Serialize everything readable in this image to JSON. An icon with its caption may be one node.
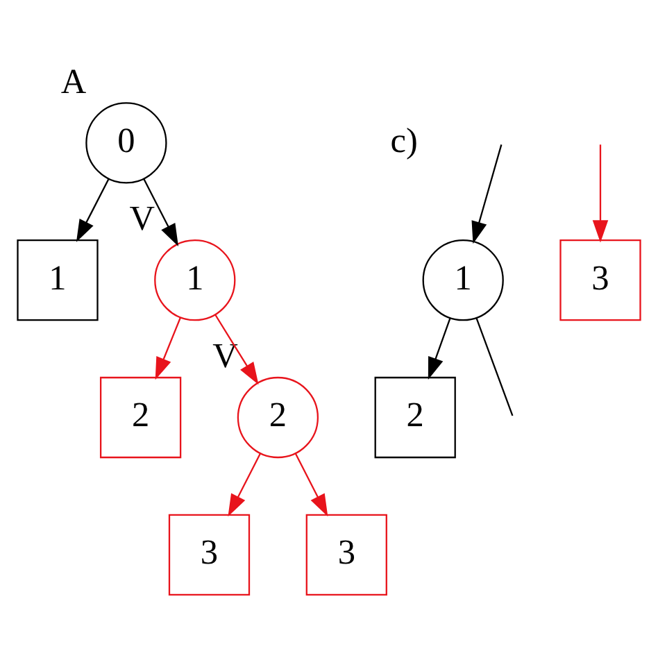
{
  "diagram": {
    "nodes": [
      {
        "text": [
          "0"
        ],
        "beside": [
          "A"
        ]
      },
      {
        "text": [
          "1"
        ]
      },
      {
        "text": [
          "1"
        ],
        "beside": [
          "V"
        ]
      },
      {
        "text": [
          "2"
        ]
      },
      {
        "text": [
          "2"
        ],
        "beside": [
          "V"
        ]
      },
      {
        "text": [
          "3"
        ]
      },
      {
        "text": [
          "3"
        ]
      },
      {
        "text": [
          "1"
        ]
      },
      {
        "text": [
          "2"
        ]
      },
      {
        "text": [
          "3"
        ]
      }
    ],
    "edges": [
      {
        "from": 0,
        "to": 1,
        "arrow": "to"
      },
      {
        "from": 0,
        "to": 2,
        "arrow": "to"
      },
      {
        "from": 2,
        "to": 3,
        "arrow": "to",
        "color": "#e8141c"
      },
      {
        "from": 2,
        "to": 4,
        "arrow": "to",
        "color": "#e8141c"
      },
      {
        "from": 4,
        "to": 5,
        "arrow": "to",
        "color": "#e8141c"
      },
      {
        "from": 4,
        "to": 6,
        "arrow": "to",
        "color": "#e8141c"
      },
      {
        "from": 7,
        "to": null,
        "arrow": "none"
      },
      {
        "from": null,
        "to": 7,
        "arrow": "to"
      },
      {
        "from": 7,
        "to": 8,
        "arrow": "to"
      },
      {
        "from": null,
        "to": 9,
        "arrow": "to",
        "color": "#e8141c"
      }
    ],
    "labels": [
      "c)"
    ]
  }
}
